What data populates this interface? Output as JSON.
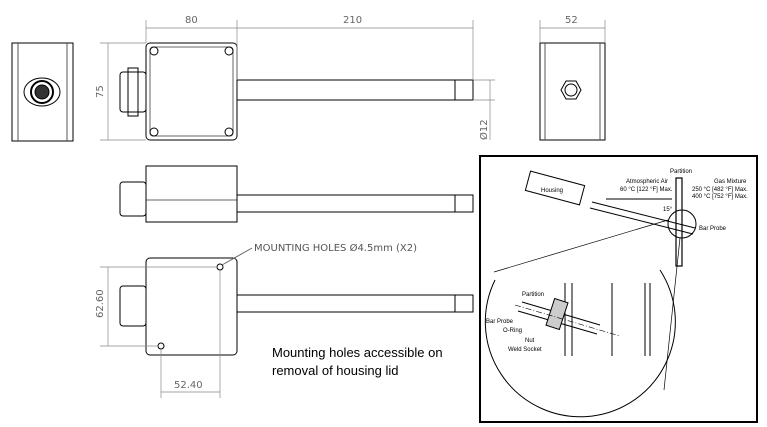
{
  "dimensions": {
    "width_80": "80",
    "length_210": "210",
    "depth_52": "52",
    "height_75": "75",
    "probe_dia": "Ø12",
    "hole_spacing_v": "62.60",
    "hole_spacing_h": "52.40"
  },
  "callout": "MOUNTING HOLES Ø4.5mm (X2)",
  "note": {
    "line1": "Mounting holes accessible on",
    "line2": "removal of housing lid"
  },
  "inset": {
    "partition": "Partition",
    "housing": "Housing",
    "atmospheric_air": "Atmospheric Air",
    "atmospheric_temp": "60 °C [122 °F] Max.",
    "gas_mixture": "Gas Mixture",
    "gas_temp1": "250 °C [482 °F] Max.",
    "gas_temp2": "400 °C [752 °F] Max.",
    "angle": "15°",
    "bar_probe": "Bar Probe",
    "detail_partition": "Partition",
    "detail_bar_probe": "Bar Probe",
    "o_ring": "O-Ring",
    "nut": "Nut",
    "weld_socket": "Weld Socket"
  }
}
